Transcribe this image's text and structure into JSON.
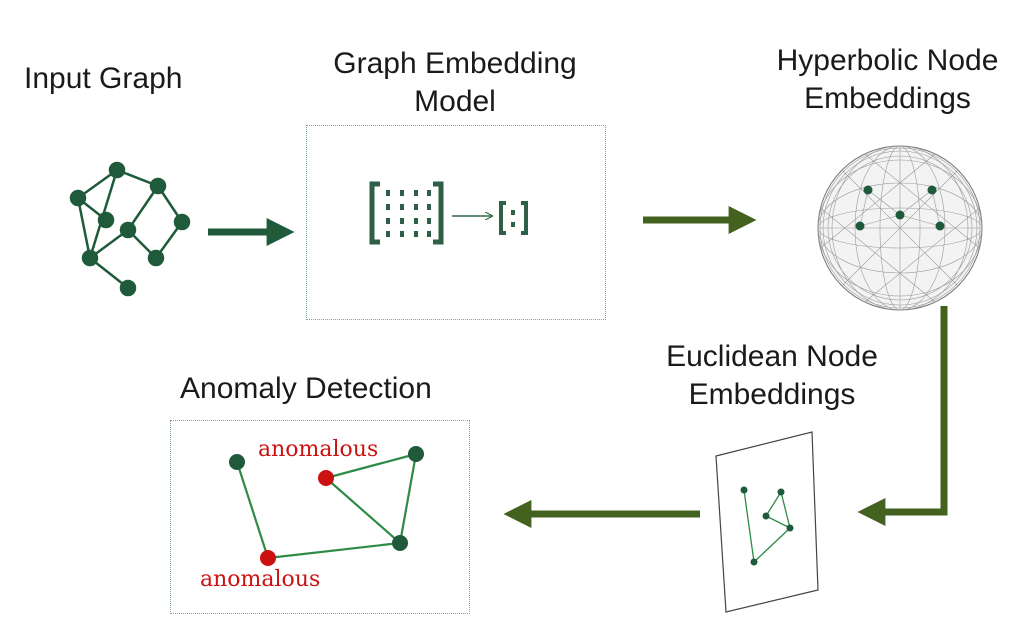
{
  "labels": {
    "input_graph": "Input Graph",
    "embedding_model_line1": "Graph Embedding",
    "embedding_model_line2": "Model",
    "hyperbolic_line1": "Hyperbolic Node",
    "hyperbolic_line2": "Embeddings",
    "euclidean_line1": "Euclidean Node",
    "euclidean_line2": "Embeddings",
    "anomaly_detection": "Anomaly Detection",
    "anomalous_top": "anomalous",
    "anomalous_bottom": "anomalous"
  },
  "colors": {
    "node_green": "#1f5a3a",
    "arrow_green": "#44621f",
    "edge_green": "#2e8b46",
    "anomaly_red": "#cc1111",
    "box_border": "#7fa88f"
  }
}
